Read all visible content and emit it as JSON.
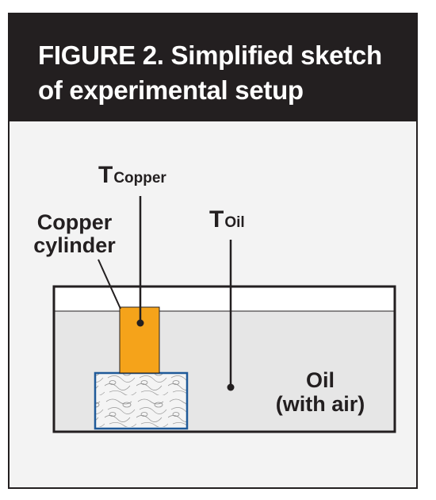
{
  "figure": {
    "title": "FIGURE 2. Simplified sketch of experimental setup"
  },
  "labels": {
    "t_copper_symbol": "T",
    "t_copper_subscript": "Copper",
    "t_oil_symbol": "T",
    "t_oil_subscript": "Oil",
    "copper_cylinder_line1": "Copper",
    "copper_cylinder_line2": "cylinder",
    "oil_line1": "Oil",
    "oil_line2": "(with air)"
  },
  "colors": {
    "header_bg": "#231f20",
    "panel_bg": "#f3f3f3",
    "oil_fill": "#e6e6e6",
    "copper": "#f5a31a",
    "base_border": "#1f5a99"
  }
}
